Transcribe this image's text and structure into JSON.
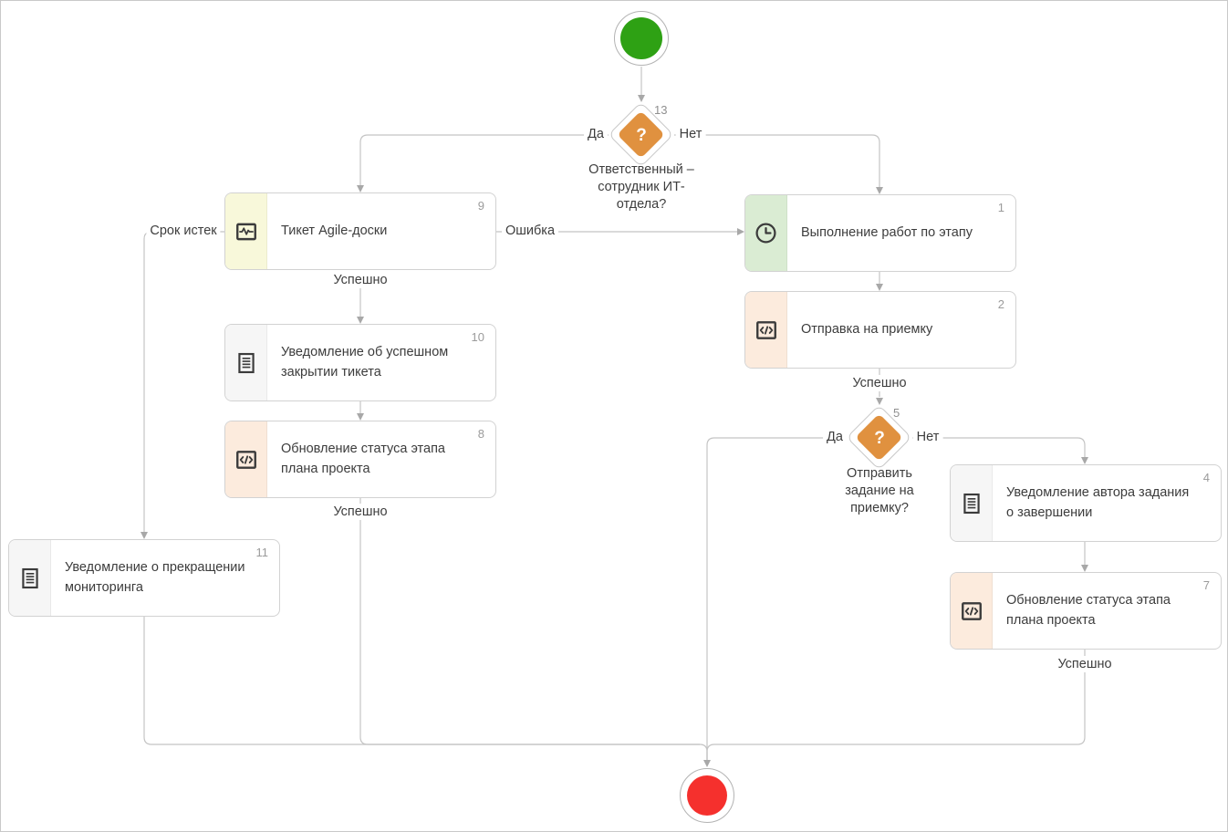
{
  "diagram": {
    "background": "#ffffff",
    "canvas_border_color": "#c9c9c9",
    "connector_color": "#c4c4c4",
    "arrow_color": "#a8a8a8"
  },
  "events": {
    "start_fill": "#2ea114",
    "end_fill": "#f5302d"
  },
  "decisions": [
    {
      "number": "13",
      "fill": "#e0913f",
      "glyph": "?",
      "yes": "Да",
      "no": "Нет",
      "question_lines": [
        "Ответственный –",
        "сотрудник ИТ-",
        "отдела?"
      ]
    },
    {
      "number": "5",
      "fill": "#e0913f",
      "glyph": "?",
      "yes": "Да",
      "no": "Нет",
      "question_lines": [
        "Отправить",
        "задание на",
        "приемку?"
      ]
    }
  ],
  "tasks": [
    {
      "number": "9",
      "title": "Тикет Agile-доски",
      "icon": "activity-icon",
      "panel": "#f8f8da"
    },
    {
      "number": "10",
      "title": "Уведомление об успешном закрытии тикета",
      "icon": "document-icon",
      "panel": "#f6f6f6"
    },
    {
      "number": "8",
      "title": "Обновление статуса этапа плана проекта",
      "icon": "code-icon",
      "panel": "#fcebdd"
    },
    {
      "number": "11",
      "title": "Уведомление о прекращении мониторинга",
      "icon": "document-icon",
      "panel": "#f6f6f6"
    },
    {
      "number": "1",
      "title": "Выполнение работ по этапу",
      "icon": "clock-icon",
      "panel": "#daecd3"
    },
    {
      "number": "2",
      "title": "Отправка на приемку",
      "icon": "code-icon",
      "panel": "#fcebdd"
    },
    {
      "number": "4",
      "title": "Уведомление автора задания о завершении",
      "icon": "document-icon",
      "panel": "#f6f6f6"
    },
    {
      "number": "7",
      "title": "Обновление статуса этапа плана проекта",
      "icon": "code-icon",
      "panel": "#fcebdd"
    }
  ],
  "edge_labels": {
    "d13_yes": "Да",
    "d13_no": "Нет",
    "srok_istek": "Срок истек",
    "oshibka": "Ошибка",
    "uspeshno_after_9": "Успешно",
    "uspeshno_after_8": "Успешно",
    "uspeshno_after_2": "Успешно",
    "uspeshno_after_7": "Успешно",
    "d5_yes": "Да",
    "d5_no": "Нет"
  }
}
